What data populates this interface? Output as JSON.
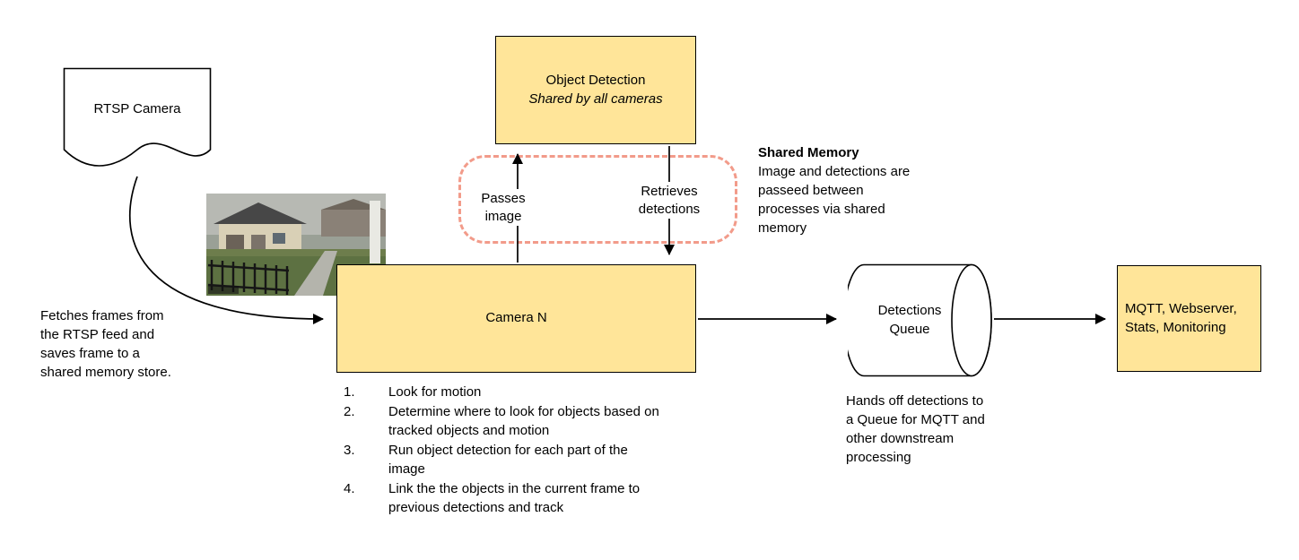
{
  "diagram": {
    "rtsp_camera": {
      "label": "RTSP Camera"
    },
    "fetch_note": "Fetches frames from the RTSP feed and saves frame to a shared memory store.",
    "object_detection": {
      "title": "Object Detection",
      "subtitle": "Shared by all cameras"
    },
    "edge_labels": {
      "passes_image": "Passes image",
      "retrieves_detections": "Retrieves detections"
    },
    "shared_memory": {
      "title": "Shared Memory",
      "body": "Image and detections are passeed between processes via shared memory"
    },
    "camera_n": {
      "label": "Camera N",
      "steps": [
        {
          "num": "1.",
          "text": "Look for motion"
        },
        {
          "num": "2.",
          "text": "Determine where to look for objects based on tracked objects and motion"
        },
        {
          "num": "3.",
          "text": "Run object detection for each part of the image"
        },
        {
          "num": "4.",
          "text": "Link the the objects in the current frame to previous detections and track"
        }
      ]
    },
    "detections_queue": {
      "label": "Detections Queue",
      "note": "Hands off detections to a Queue for MQTT and other downstream processing"
    },
    "outputs": {
      "label": "MQTT, Webserver, Stats, Monitoring"
    },
    "colors": {
      "node_fill": "#ffe599",
      "node_border": "#000000",
      "shared_region_border": "#f29b8a",
      "background": "#ffffff"
    }
  }
}
